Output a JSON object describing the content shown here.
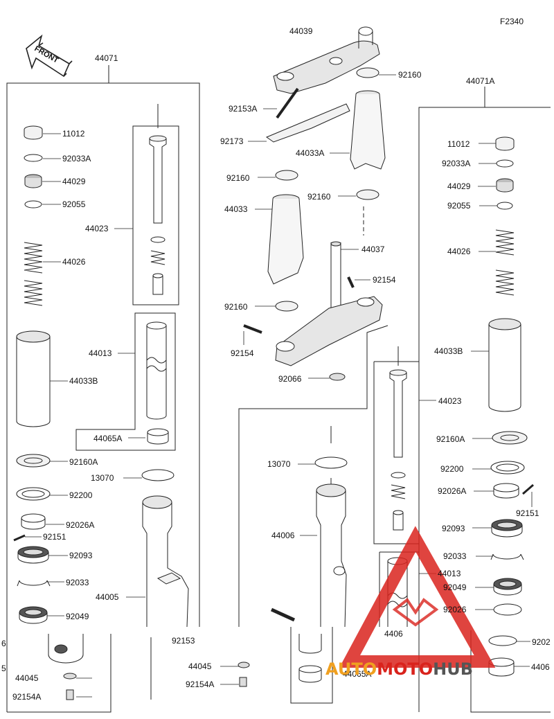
{
  "diagram": {
    "figure_id": "F2340",
    "front_label": "FRONT",
    "watermark": {
      "brand": "AUTOMOTOHUB",
      "part_a": "AUTO",
      "part_b": "MOTO",
      "part_c": "HUB",
      "red": "#d9231d",
      "orange": "#f0a020",
      "gray": "#555555"
    },
    "groups": {
      "left_fork": "44071",
      "right_fork": "44071A",
      "top_bracket": "44039"
    },
    "callouts": {
      "l_11012": "11012",
      "l_92033A": "92033A",
      "l_44029": "44029",
      "l_92055": "92055",
      "l_44023": "44023",
      "l_44026": "44026",
      "l_44013": "44013",
      "l_44033B": "44033B",
      "l_44065A": "44065A",
      "l_92160A": "92160A",
      "l_13070": "13070",
      "l_92200": "92200",
      "l_92026A": "92026A",
      "l_92151": "92151",
      "l_92093": "92093",
      "l_92033": "92033",
      "l_44005": "44005",
      "l_92049": "92049",
      "l_44045": "44045",
      "l_92154A": "92154A",
      "l_cut6": "6",
      "l_cut5": "5",
      "c_92160_top": "92160",
      "c_92153A": "92153A",
      "c_92173": "92173",
      "c_44033A": "44033A",
      "c_92160_a": "92160",
      "c_92160_b": "92160",
      "c_44033": "44033",
      "c_44037": "44037",
      "c_92154_a": "92154",
      "c_92160_c": "92160",
      "c_92154_b": "92154",
      "c_92066": "92066",
      "c_13070": "13070",
      "c_44006": "44006",
      "c_92153": "92153",
      "c_44045": "44045",
      "c_92154A": "92154A",
      "c_44065A": "44065A",
      "c_44065": "4406",
      "r_11012": "11012",
      "r_92033A": "92033A",
      "r_44029": "44029",
      "r_92055": "92055",
      "r_44026": "44026",
      "r_44033B": "44033B",
      "r_44023": "44023",
      "r_92160A": "92160A",
      "r_92200": "92200",
      "r_92026A": "92026A",
      "r_92151": "92151",
      "r_92093": "92093",
      "r_92033": "92033",
      "r_44013": "44013",
      "r_92049": "92049",
      "r_92026": "92026",
      "r_9202": "9202",
      "r_4406": "4406"
    },
    "colors": {
      "line": "#222222",
      "part_fill": "#f2f2f2",
      "part_shade": "#bdbdbd"
    }
  }
}
